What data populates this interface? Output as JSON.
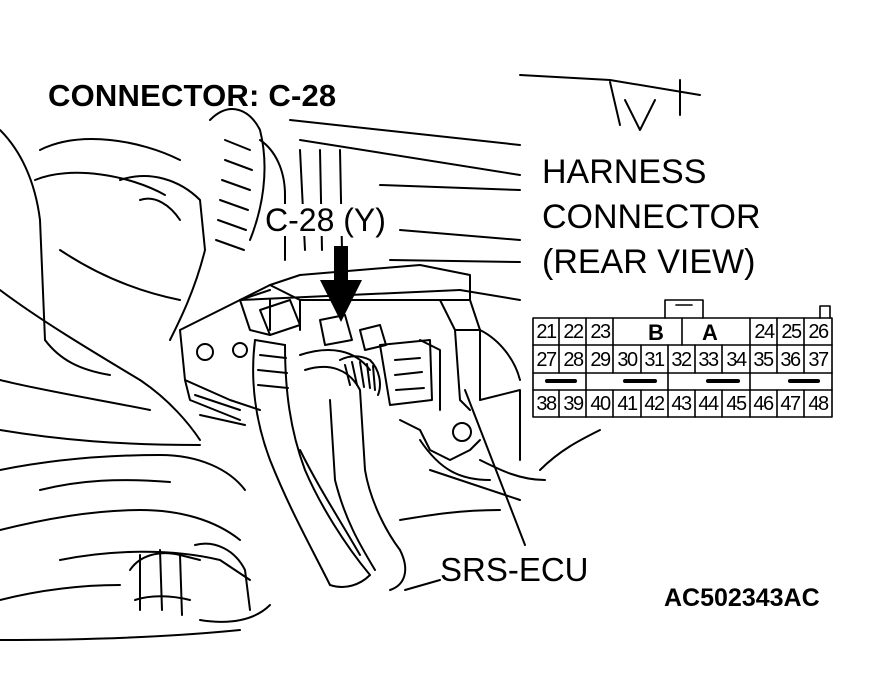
{
  "labels": {
    "title": "CONNECTOR: C-28",
    "callout": "C-28 (Y)",
    "harness_line1": "HARNESS",
    "harness_line2": "CONNECTOR",
    "harness_line3": "(REAR VIEW)",
    "ecu": "SRS-ECU",
    "code": "AC502343AC"
  },
  "connector": {
    "top_row_left": [
      "21",
      "22",
      "23"
    ],
    "top_row_center": [
      "B",
      "A"
    ],
    "top_row_right": [
      "24",
      "25",
      "26"
    ],
    "middle_row": [
      "27",
      "28",
      "29",
      "30",
      "31",
      "32",
      "33",
      "34",
      "35",
      "36",
      "37"
    ],
    "bottom_row": [
      "38",
      "39",
      "40",
      "41",
      "42",
      "43",
      "44",
      "45",
      "46",
      "47",
      "48"
    ]
  }
}
